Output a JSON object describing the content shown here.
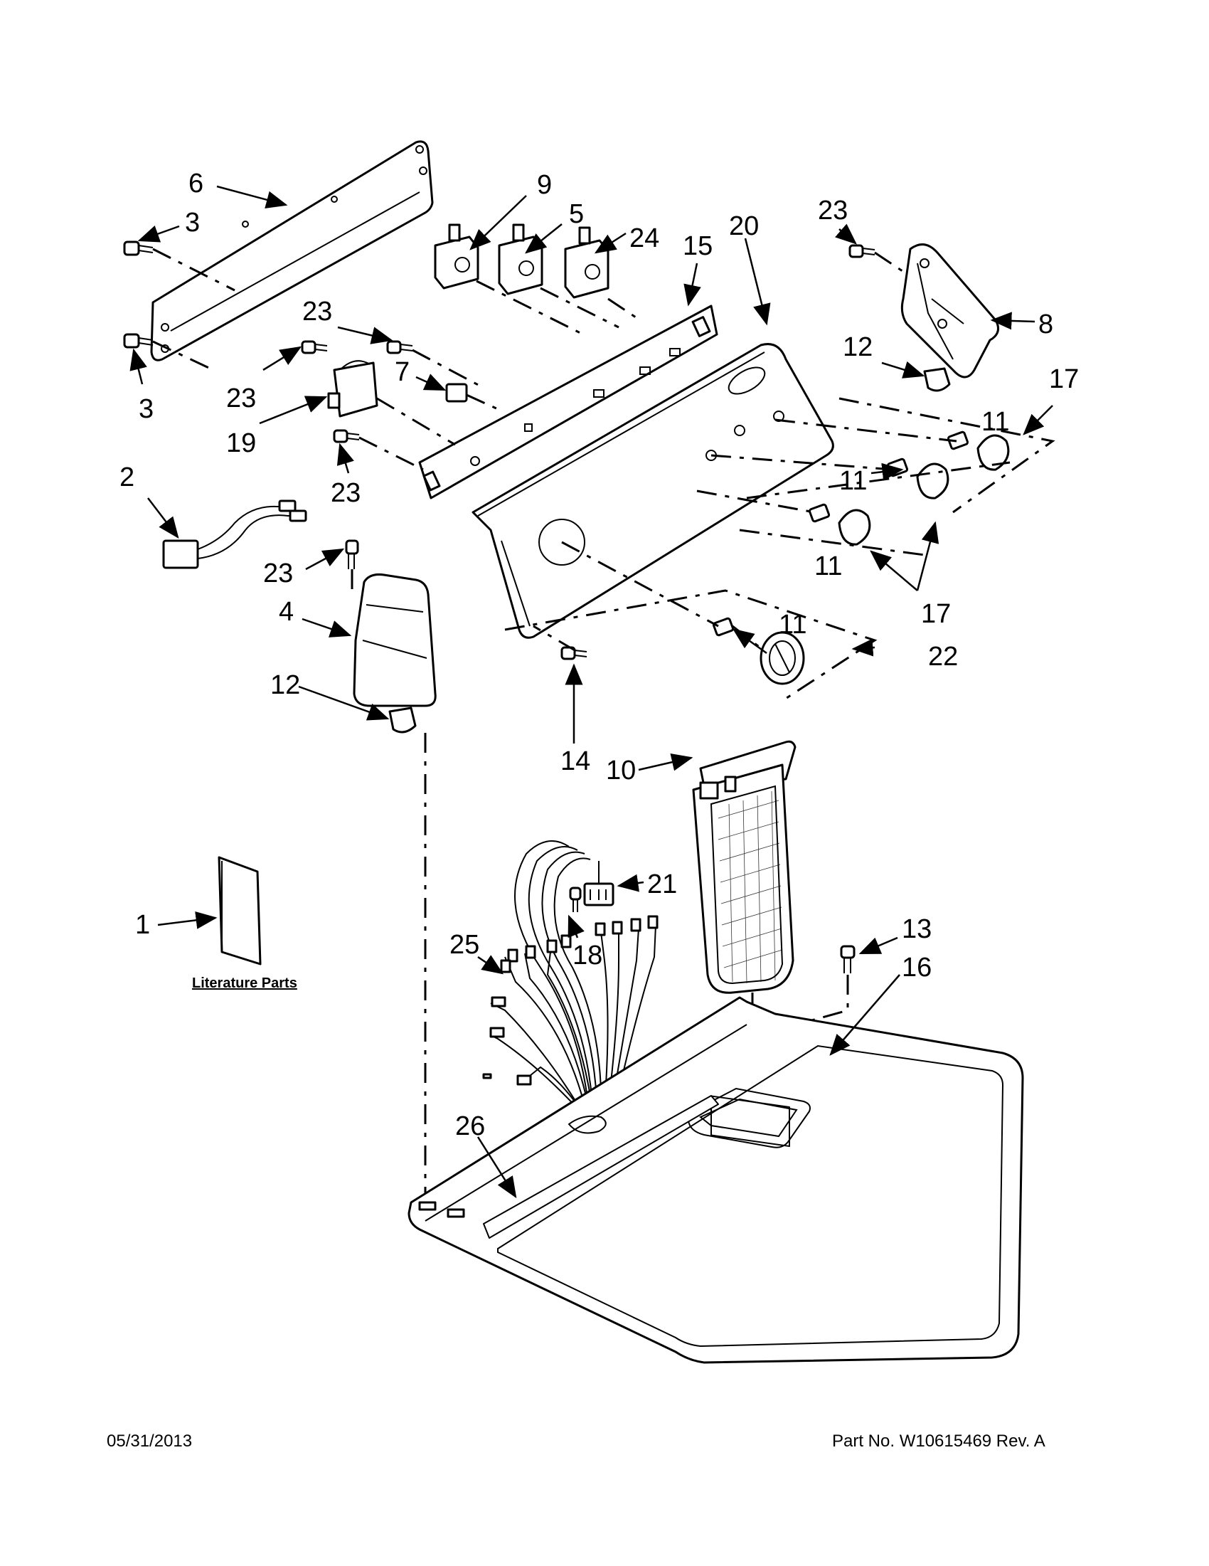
{
  "callouts": {
    "c1": "1",
    "c2": "2",
    "c3a": "3",
    "c3b": "3",
    "c4": "4",
    "c5": "5",
    "c6": "6",
    "c7": "7",
    "c8": "8",
    "c9": "9",
    "c10": "10",
    "c11a": "11",
    "c11b": "11",
    "c11c": "11",
    "c11d": "11",
    "c12a": "12",
    "c12b": "12",
    "c13": "13",
    "c14": "14",
    "c15": "15",
    "c16": "16",
    "c17a": "17",
    "c17b": "17",
    "c18": "18",
    "c19": "19",
    "c20": "20",
    "c21": "21",
    "c22": "22",
    "c23a": "23",
    "c23b": "23",
    "c23c": "23",
    "c23d": "23",
    "c23e": "23",
    "c24": "24",
    "c25": "25",
    "c26": "26"
  },
  "literature_label": "Literature Parts",
  "footer": {
    "date": "05/31/2013",
    "part_number": "Part No.  W10615469  Rev.  A"
  }
}
